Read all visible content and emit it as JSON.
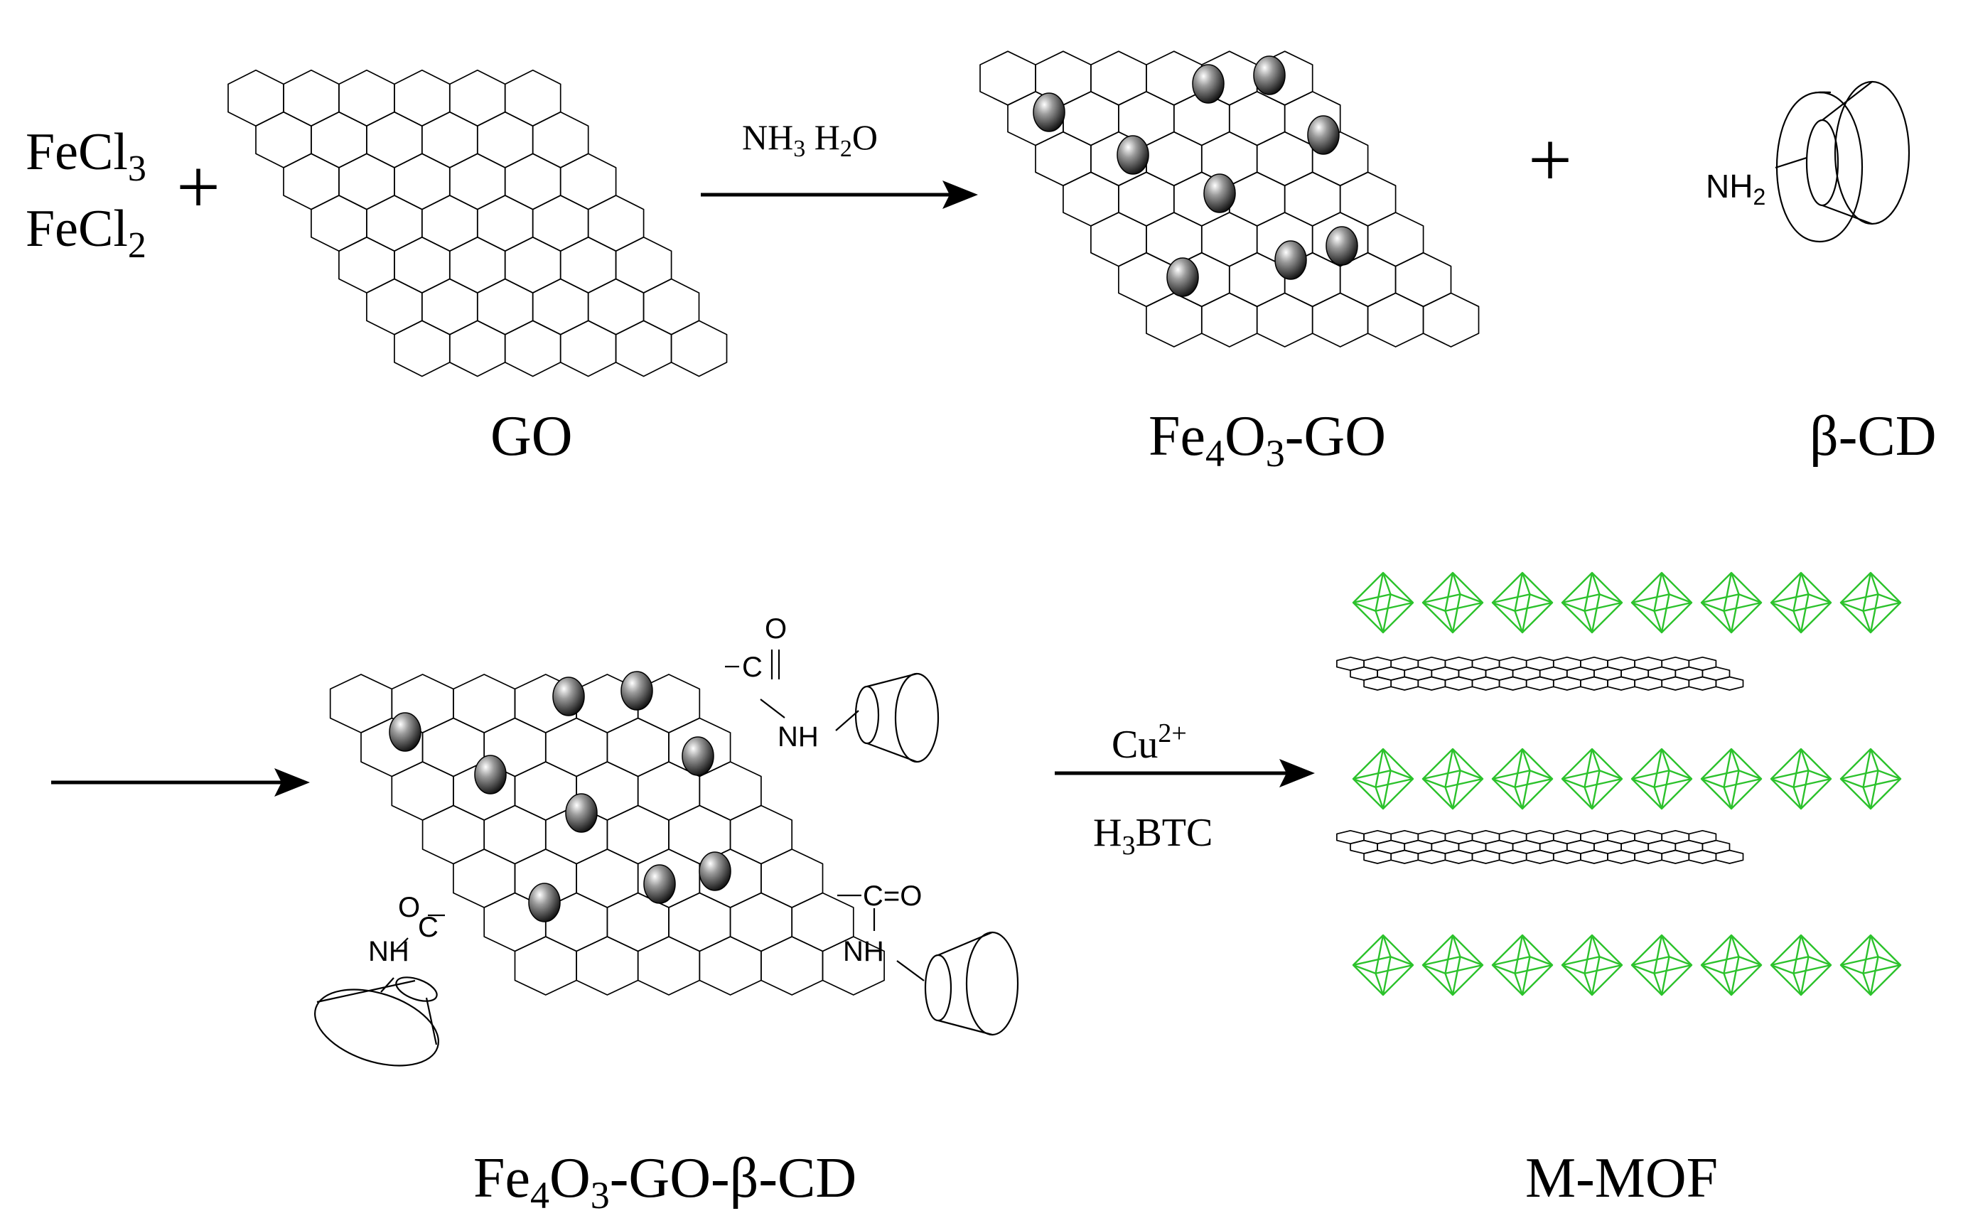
{
  "reagents": {
    "fecl3": {
      "main": "FeCl",
      "sub": "3"
    },
    "fecl2": {
      "main": "FeCl",
      "sub": "2"
    }
  },
  "plus_sign": "+",
  "arrow1": {
    "label": "NH",
    "sub1": "3",
    "mid": " H",
    "sub2": "2",
    "tail": "O"
  },
  "arrow3": {
    "top_main": "Cu",
    "top_sup": "2+",
    "bottom_pre": "H",
    "bottom_sub": "3",
    "bottom_post": "BTC"
  },
  "labels": {
    "go": "GO",
    "fe_go": {
      "p1": "Fe",
      "s1": "4",
      "p2": "O",
      "s2": "3",
      "p3": "-GO"
    },
    "bcd": "β-CD",
    "fe_go_bcd": {
      "p1": "Fe",
      "s1": "4",
      "p2": "O",
      "s2": "3",
      "p3": "-GO-β-CD"
    },
    "mmof": "M-MOF"
  },
  "bcd_group": {
    "amine_main": "NH",
    "amine_sub": "2"
  },
  "functional_groups": {
    "carbonyl_o": "O",
    "carbon": "C",
    "amide_nh": "NH",
    "carbonyl_eq": "C=O"
  },
  "colors": {
    "mof_octahedra": "#2cc22c",
    "lattice": "#000000",
    "nanoparticle": "#777777"
  }
}
